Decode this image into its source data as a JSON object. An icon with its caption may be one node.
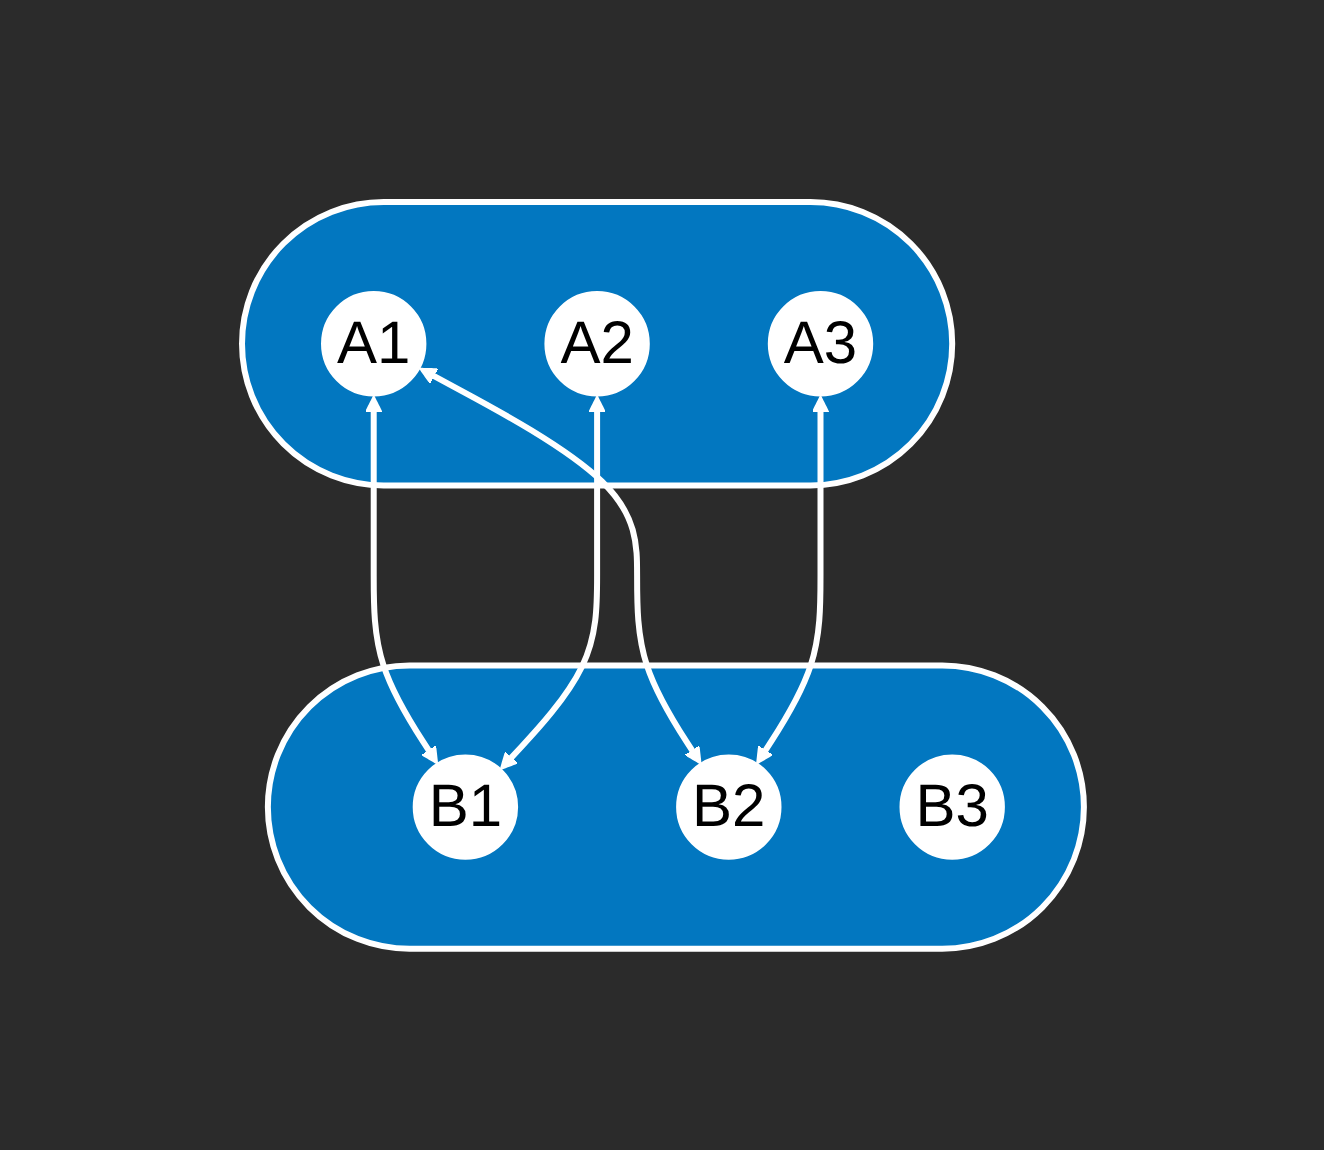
{
  "diagram": {
    "nodes": [
      {
        "text": [],
        "shape": "band"
      },
      {
        "text": [
          "A1"
        ],
        "in": 0
      },
      {
        "text": [
          "A2"
        ],
        "in": 0
      },
      {
        "text": [
          "A3"
        ],
        "in": 0
      },
      {
        "text": [],
        "shape": "band"
      },
      {
        "text": [
          "B1"
        ],
        "in": 4
      },
      {
        "text": [
          "B2"
        ],
        "in": 4
      },
      {
        "text": [
          "B3"
        ],
        "in": 4
      }
    ],
    "edges": [
      {
        "from": 1,
        "to": 5,
        "arrow": "both"
      },
      {
        "from": 1,
        "to": 6,
        "arrow": "both"
      },
      {
        "from": 2,
        "to": 5,
        "arrow": "both"
      },
      {
        "from": 3,
        "to": 6,
        "arrow": "both"
      }
    ]
  }
}
